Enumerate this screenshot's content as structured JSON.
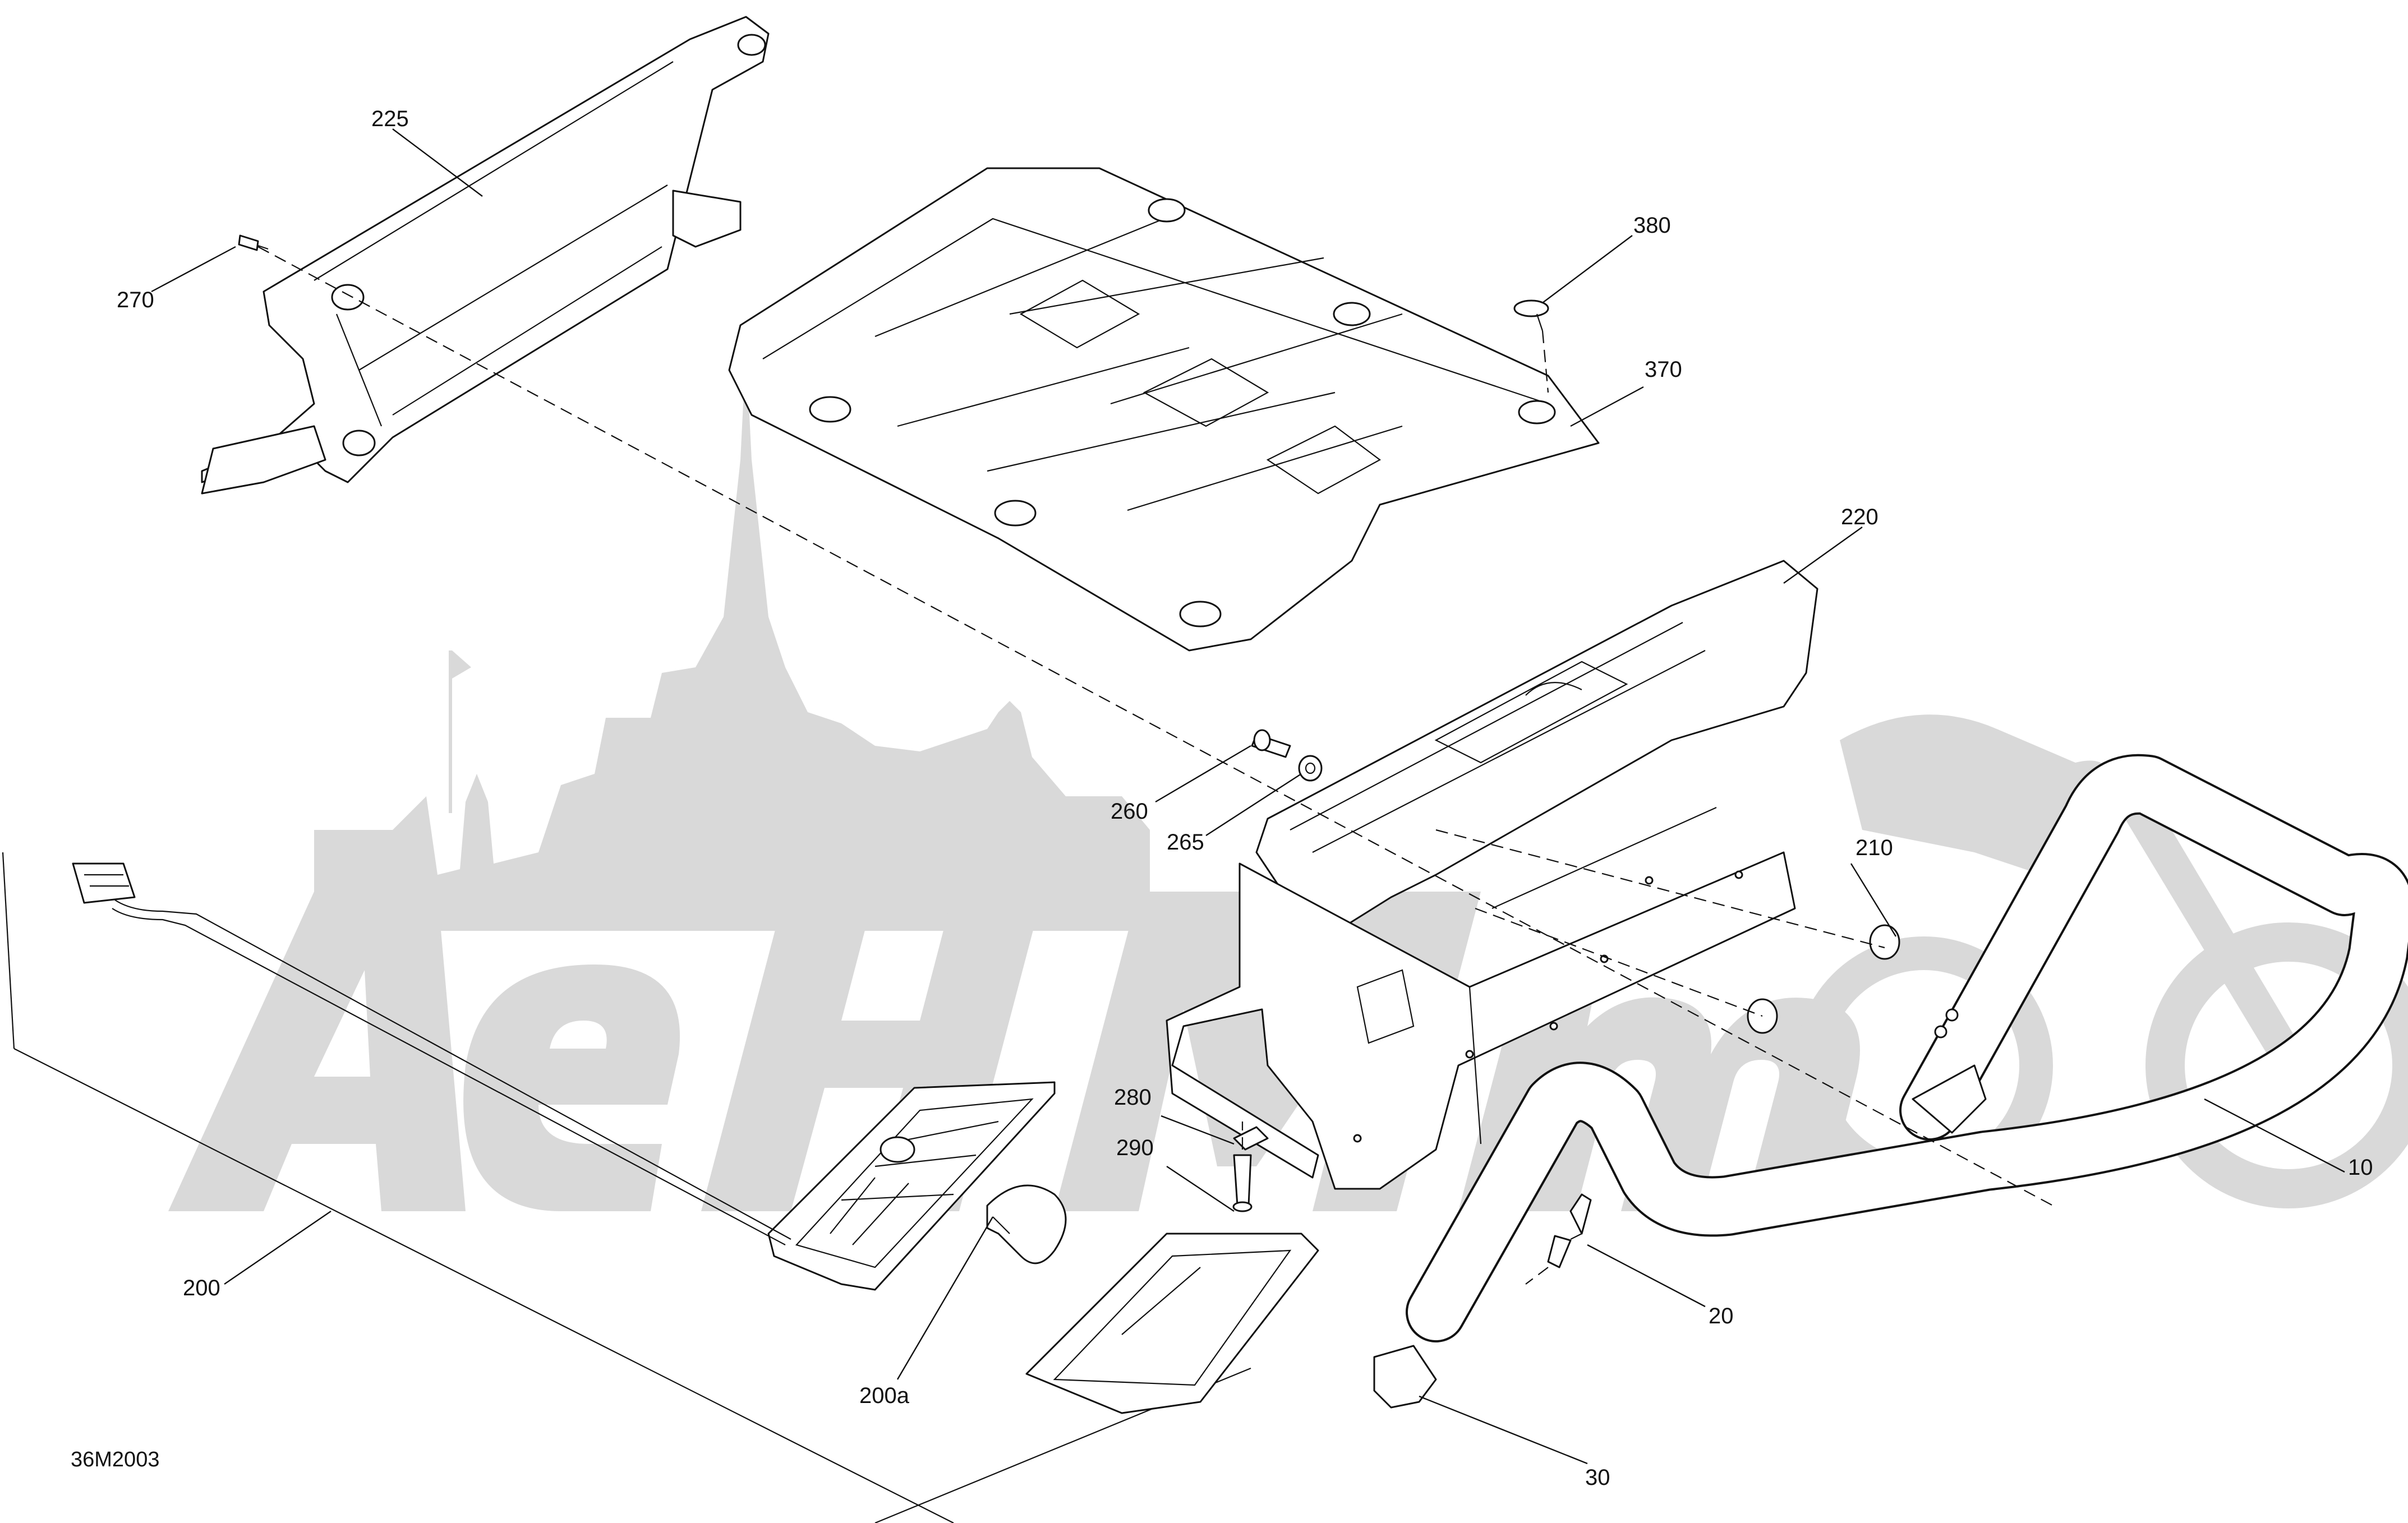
{
  "diagram": {
    "reference_code": "36M2003",
    "watermark_text": "",
    "callouts": [
      {
        "id": "c-225",
        "label": "225"
      },
      {
        "id": "c-270",
        "label": "270"
      },
      {
        "id": "c-380",
        "label": "380"
      },
      {
        "id": "c-370",
        "label": "370"
      },
      {
        "id": "c-220",
        "label": "220"
      },
      {
        "id": "c-260",
        "label": "260"
      },
      {
        "id": "c-265",
        "label": "265"
      },
      {
        "id": "c-210",
        "label": "210"
      },
      {
        "id": "c-10",
        "label": "10"
      },
      {
        "id": "c-280",
        "label": "280"
      },
      {
        "id": "c-290",
        "label": "290"
      },
      {
        "id": "c-200",
        "label": "200"
      },
      {
        "id": "c-200a",
        "label": "200a"
      },
      {
        "id": "c-20",
        "label": "20"
      },
      {
        "id": "c-30",
        "label": "30"
      }
    ]
  }
}
